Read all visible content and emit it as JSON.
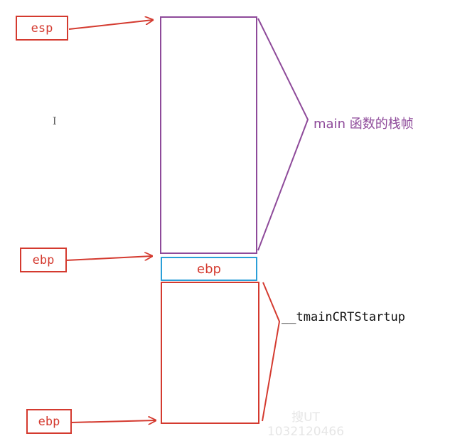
{
  "labels": {
    "esp": "esp",
    "ebp_mid": "ebp",
    "ebp_bottom": "ebp"
  },
  "stack": {
    "saved_ebp": "ebp",
    "main_frame_label": "main 函数的栈帧",
    "caller_label": "__tmainCRTStartup"
  },
  "watermark": {
    "line1": "搜UT",
    "line2": "1032120466"
  },
  "colors": {
    "red": "#d43a2f",
    "purple": "#8e4a9a",
    "blue": "#2b9fd8",
    "text_dark": "#111111"
  }
}
